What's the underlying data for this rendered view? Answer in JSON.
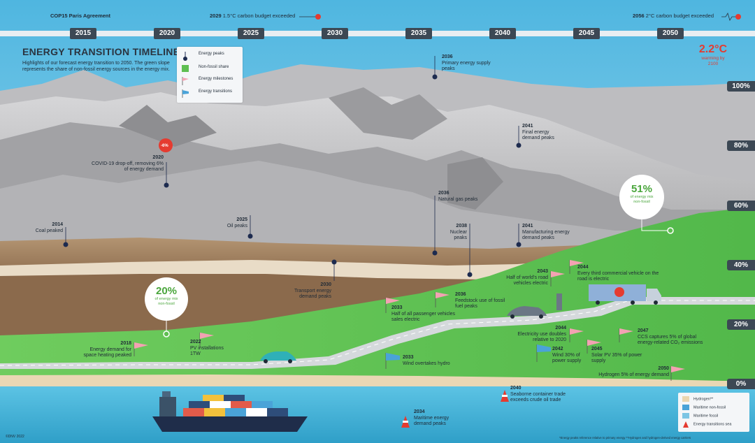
{
  "header": {
    "cop15": "COP15 Paris Agreement",
    "budget_2029_year": "2029",
    "budget_2029_text": "1.5°C carbon budget exceeded",
    "budget_2056_year": "2056",
    "budget_2056_text": "2°C carbon budget exceeded"
  },
  "years": [
    "2015",
    "2020",
    "2025",
    "2030",
    "2035",
    "2040",
    "2045",
    "2050"
  ],
  "percent_scale": [
    "100%",
    "80%",
    "60%",
    "40%",
    "20%",
    "0%"
  ],
  "title": "ENERGY TRANSITION TIMELINE",
  "subtitle": "Highlights of our forecast energy transition to 2050. The green slope represents the share of non-fossil energy sources in the energy mix.",
  "legend": {
    "peaks": "Energy peaks",
    "nonfossil": "Non-fossil share",
    "milestones": "Energy milestones",
    "transitions": "Energy transitions"
  },
  "warming": {
    "value": "2.2°C",
    "text": "warming by 2100"
  },
  "covid_badge": "-6%",
  "bubble_2020": {
    "value": "20%",
    "text": "of energy mix non-fossil"
  },
  "bubble_2050": {
    "value": "51%",
    "text": "of energy mix non-fossil"
  },
  "annotations": {
    "a2036_primary": {
      "year": "2036",
      "text": "Primary energy supply peaks"
    },
    "a2041_final": {
      "year": "2041",
      "text": "Final energy demand peaks"
    },
    "a2020_covid": {
      "year": "2020",
      "text": "COVID-19 drop-off, removing 6% of energy demand"
    },
    "a2014_coal": {
      "year": "2014",
      "text": "Coal peaked"
    },
    "a2025_oil": {
      "year": "2025",
      "text": "Oil peaks"
    },
    "a2036_gas": {
      "year": "2036",
      "text": "Natural gas peaks"
    },
    "a2038_nuclear": {
      "year": "2038",
      "text": "Nuclear peaks"
    },
    "a2041_manu": {
      "year": "2041",
      "text": "Manufacturing energy demand peaks"
    },
    "a2030_transport": {
      "year": "2030",
      "text": "Transport energy demand peaks"
    },
    "a2043_road": {
      "year": "2043",
      "text": "Half of world's road vehicles electric"
    },
    "a2044_commercial": {
      "year": "2044",
      "text": "Every third commercial vehicle on the road is electric"
    },
    "a2036_feedstock": {
      "year": "2036",
      "text": "Feedstock use of fossil fuel peaks"
    },
    "a2033_pass": {
      "year": "2033",
      "text": "Half of all passenger vehicles sales electric"
    },
    "a2044_elec": {
      "year": "2044",
      "text": "Electricity use doubles relative to 2020"
    },
    "a2047_ccs": {
      "year": "2047",
      "text": "CCS captures 5% of global energy-related CO₂ emissions"
    },
    "a2042_wind": {
      "year": "2042",
      "text": "Wind 30% of power supply"
    },
    "a2045_solar": {
      "year": "2045",
      "text": "Solar PV 35% of power supply"
    },
    "a2018_heating": {
      "year": "2018",
      "text": "Energy demand for space heating peaked"
    },
    "a2022_pv": {
      "year": "2022",
      "text": "PV installations 1TW"
    },
    "a2033_hydro": {
      "year": "2033",
      "text": "Wind overtakes hydro"
    },
    "a2050_hydrogen": {
      "year": "2050",
      "text": "Hydrogen 5% of energy demand"
    },
    "a2040_seaborne": {
      "year": "2040",
      "text": "Seaborne container trade exceeds crude oil trade"
    },
    "a2034_maritime": {
      "year": "2034",
      "text": "Maritime energy demand peaks"
    }
  },
  "sea_legend": {
    "hydrogen": "Hydrogen**",
    "maritime_nonfossil": "Maritime non-fossil",
    "maritime_fossil": "Maritime fossil",
    "transitions_sea": "Energy transitions sea"
  },
  "footer": {
    "copyright": "©DNV 2022",
    "notes": "*Energy peaks reference relative to primary energy   **Hydrogen and hydrogen-derived energy carriers"
  },
  "colors": {
    "sky": "#7cc5e4",
    "mountain_light": "#c9c9cb",
    "mountain_dark": "#8f8f91",
    "brown_band": "#a07b55",
    "green_slope": "#5fbf52",
    "sea": "#49b7d9",
    "road": "#d5d9dc",
    "flag": "#f3a2b3",
    "peak_dot": "#1d2b4f",
    "warming_red": "#e53b30",
    "percent_box": "#3c4854"
  }
}
